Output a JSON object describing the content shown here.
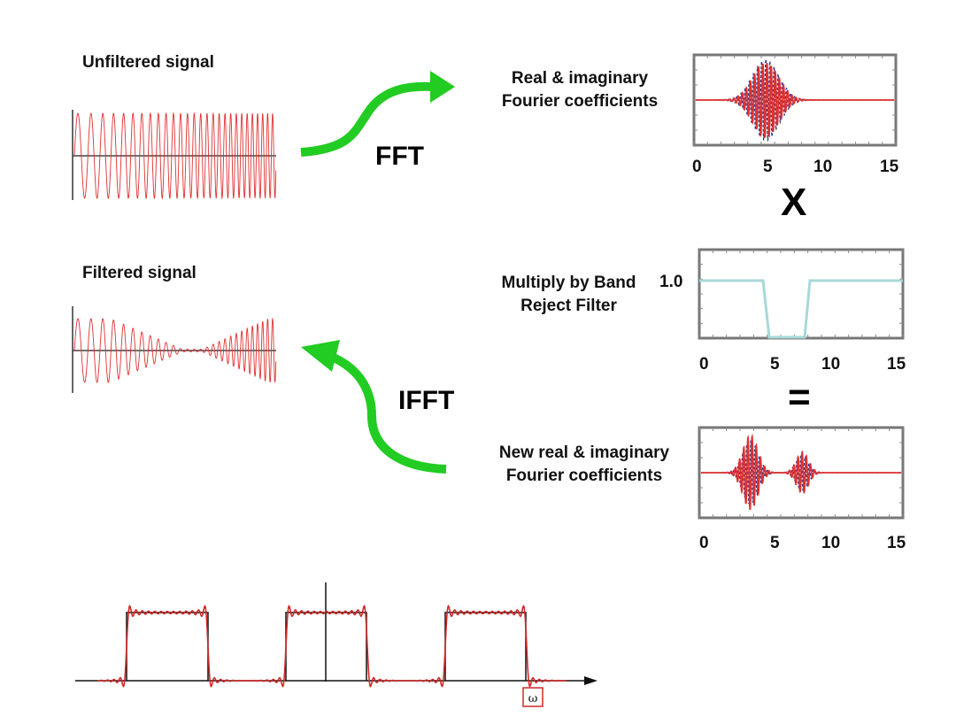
{
  "labels": {
    "unfiltered": "Unfiltered signal",
    "filtered": "Filtered signal",
    "coeffs_line1": "Real & imaginary",
    "coeffs_line2": "Fourier coefficients",
    "filter_line1": "Multiply by Band",
    "filter_line2": "Reject Filter",
    "filter_level": "1.0",
    "new_coeffs_line1": "New real & imaginary",
    "new_coeffs_line2": "Fourier coefficients",
    "fft": "FFT",
    "ifft": "IFFT",
    "multiply_symbol": "X",
    "equals_symbol": "=",
    "omega_symbol": "ω"
  },
  "axis_ticks": [
    "0",
    "5",
    "10",
    "15"
  ],
  "colors": {
    "signal": "#e03030",
    "imag": "#2a3a8c",
    "filter": "#a8d8d8",
    "arrow": "#22cc22",
    "frame": "#777777"
  },
  "icons": [
    "fft-arrow-icon",
    "ifft-arrow-icon"
  ]
}
